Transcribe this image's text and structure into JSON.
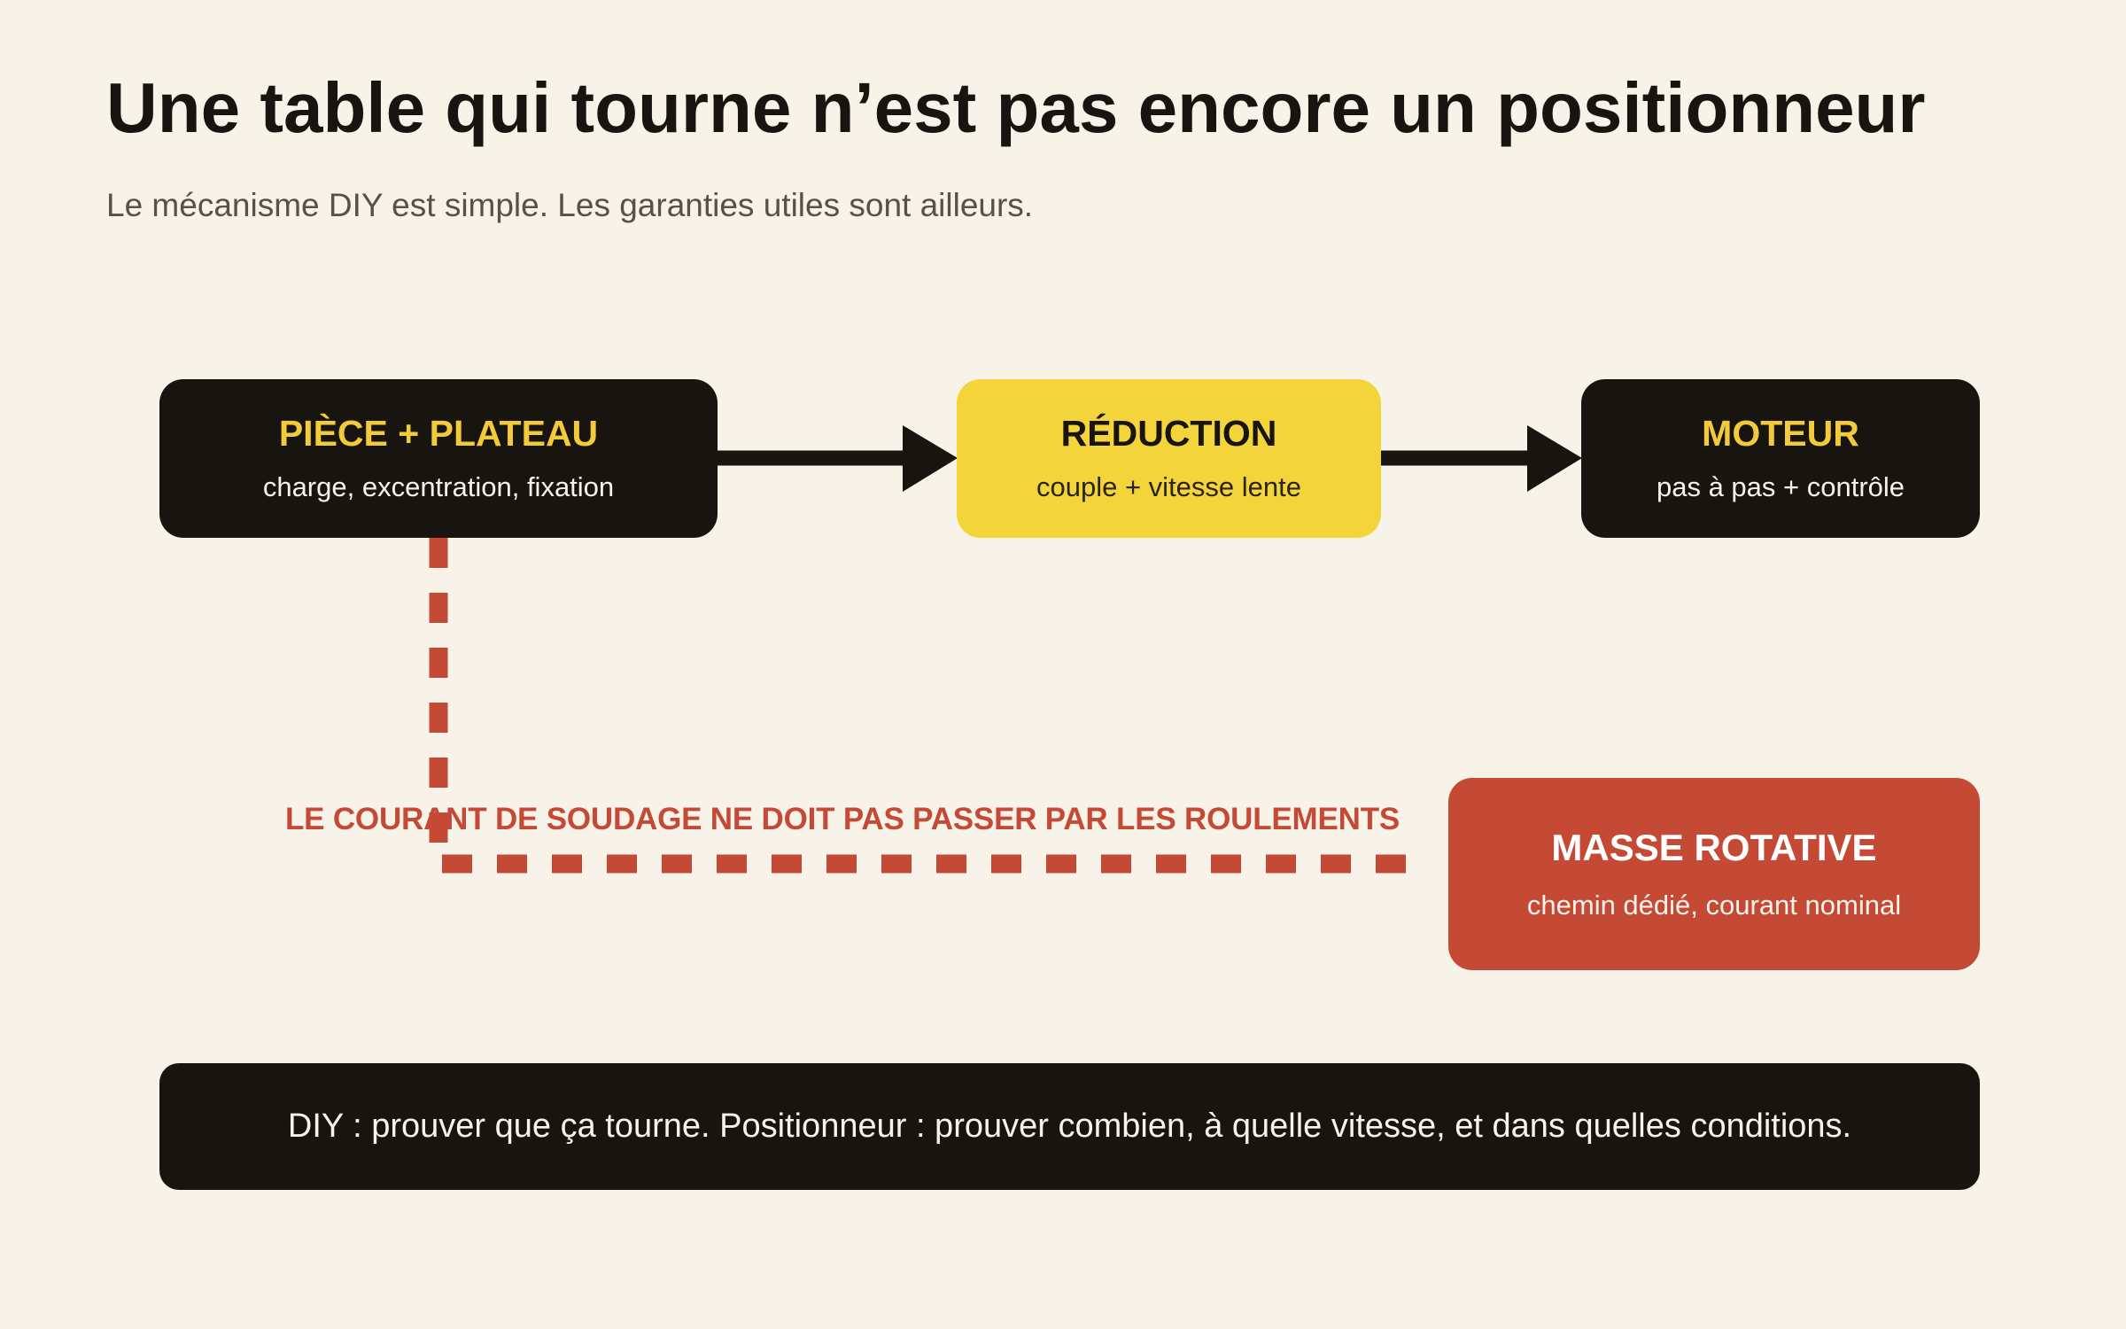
{
  "title": "Une table qui tourne n’est pas encore un positionneur",
  "subtitle": "Le mécanisme DIY est simple. Les garanties utiles sont ailleurs.",
  "nodes": {
    "piece": {
      "title": "PIÈCE + PLATEAU",
      "subtitle": "charge, excentration, fixation"
    },
    "reduction": {
      "title": "RÉDUCTION",
      "subtitle": "couple + vitesse lente"
    },
    "moteur": {
      "title": "MOTEUR",
      "subtitle": "pas à pas + contrôle"
    },
    "masse": {
      "title": "MASSE ROTATIVE",
      "subtitle": "chemin dédié, courant nominal"
    }
  },
  "warning": "LE COURANT DE SOUDAGE NE DOIT PAS PASSER PAR LES ROULEMENTS",
  "footer": "DIY : prouver que ça tourne. Positionneur : prouver combien, à quelle vitesse, et dans quelles conditions.",
  "colors": {
    "background": "#f8f3e9",
    "dark": "#181510",
    "accent_yellow": "#f3d43a",
    "alert_red": "#c44a36"
  }
}
